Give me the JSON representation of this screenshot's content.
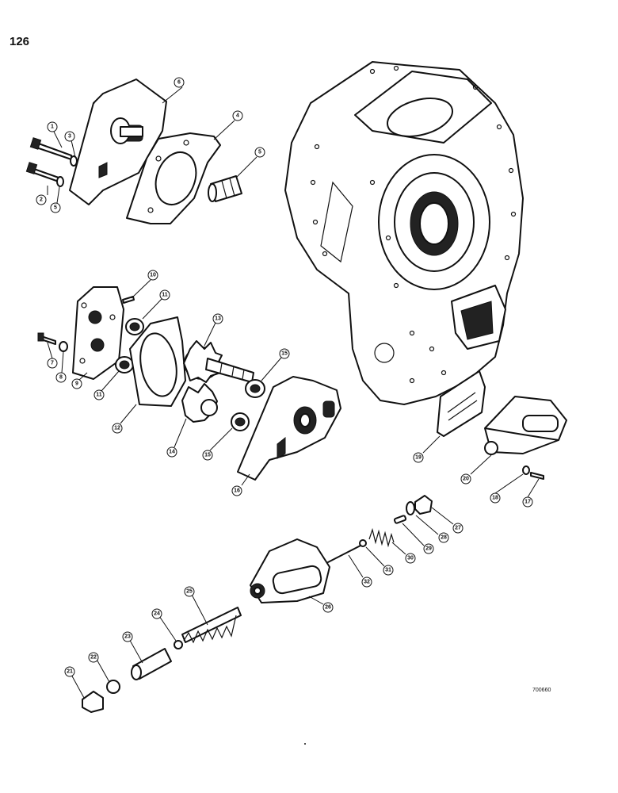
{
  "page_number": "126",
  "drawing_number": "700660",
  "callouts": [
    "1",
    "2",
    "3",
    "4",
    "5",
    "6",
    "7",
    "8",
    "9",
    "10",
    "11",
    "12",
    "13",
    "14",
    "15",
    "16",
    "17",
    "18",
    "19",
    "20",
    "21",
    "22",
    "23",
    "24",
    "25",
    "26",
    "27",
    "28",
    "29",
    "30",
    "31",
    "32"
  ]
}
